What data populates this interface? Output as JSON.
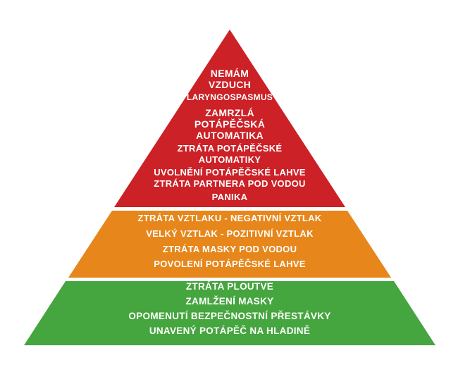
{
  "pyramid": {
    "description_colors": {
      "top_section": "#cb2127",
      "middle_section": "#e6861b",
      "bottom_section": "#45a53e",
      "text": "#ffffff",
      "background": "#ffffff"
    },
    "sections": {
      "red": {
        "severity": "top",
        "items": [
          "NEMÁM VZDUCH",
          "LARYNGOSPASMUS",
          "ZAMRZLÁ POTÁPĚČSKÁ AUTOMATIKA",
          "ZTRÁTA POTÁPĚČSKÉ AUTOMATIKY",
          "UVOLNĚNÍ POTÁPĚČSKÉ LAHVE",
          "ZTRÁTA PARTNERA POD VODOU",
          "PANIKA"
        ],
        "lines": [
          "NEMÁM",
          "VZDUCH",
          "LARYNGOSPASMUS",
          "ZAMRZLÁ",
          "POTÁPĚČSKÁ",
          "AUTOMATIKA",
          "ZTRÁTA POTÁPĚČSKÉ",
          "AUTOMATIKY",
          "UVOLNĚNÍ POTÁPĚČSKÉ LAHVE",
          "ZTRÁTA PARTNERA POD VODOU",
          "PANIKA"
        ]
      },
      "orange": {
        "severity": "middle",
        "items": [
          "ZTRÁTA VZTLAKU - NEGATIVNÍ VZTLAK",
          "VELKÝ VZTLAK - POZITIVNÍ VZTLAK",
          "ZTRÁTA MASKY POD VODOU",
          "POVOLENÍ POTÁPĚČSKÉ LAHVE"
        ],
        "lines": [
          "ZTRÁTA VZTLAKU - NEGATIVNÍ VZTLAK",
          "VELKÝ VZTLAK - POZITIVNÍ VZTLAK",
          "ZTRÁTA MASKY POD VODOU",
          "POVOLENÍ POTÁPĚČSKÉ LAHVE"
        ]
      },
      "green": {
        "severity": "bottom",
        "items": [
          "ZTRÁTA PLOUTVE",
          "ZAMLŽENÍ MASKY",
          "OPOMENUTÍ BEZPEČNOSTNÍ PŘESTÁVKY",
          "UNAVENÝ POTÁPĚČ NA HLADINĚ"
        ],
        "lines": [
          "ZTRÁTA PLOUTVE",
          "ZAMLŽENÍ MASKY",
          "OPOMENUTÍ BEZPEČNOSTNÍ PŘESTÁVKY",
          "UNAVENÝ POTÁPĚČ NA HLADINĚ"
        ]
      }
    }
  }
}
